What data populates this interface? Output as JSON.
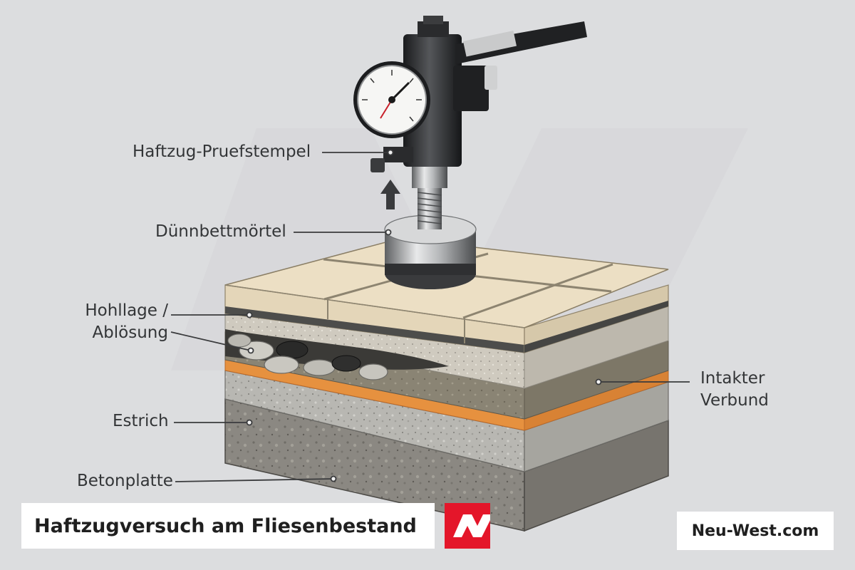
{
  "labels": {
    "tester": "Haftzug-Pruefstempel",
    "mortar": "Dünnbettmörtel",
    "void_line1": "Hohllage /",
    "void_line2": "Ablösung",
    "screed": "Estrich",
    "slab": "Betonplatte",
    "intact_line1": "Intakter",
    "intact_line2": "Verbund"
  },
  "footer": {
    "title": "Haftzugversuch am Fliesenbestand",
    "site": "Neu-West.com"
  },
  "colors": {
    "background": "#dcdddf",
    "tile": "#ecdfc4",
    "mortar_band": "#e6913f",
    "logo": "#e4162a",
    "concrete": "#8a8780"
  }
}
